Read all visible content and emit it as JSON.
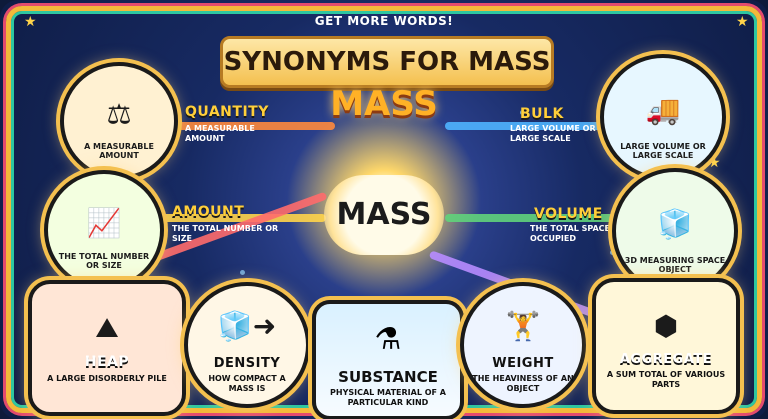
{
  "header": {
    "kicker": "GET MORE WORDS!",
    "title": "SYNONYMS FOR MASS",
    "subtitle": "MASS"
  },
  "center": {
    "label": "MASS"
  },
  "left": [
    {
      "key": "quantity",
      "word": "QUANTITY",
      "desc": "A MEASURABLE AMOUNT",
      "circle_text": "A MEASURABLE AMOUNT",
      "icon": "scale-icon"
    },
    {
      "key": "amount",
      "word": "AMOUNT",
      "desc": "THE TOTAL NUMBER OR SIZE",
      "circle_text": "THE TOTAL NUMBER OR SIZE",
      "icon": "coins-chart-icon"
    },
    {
      "key": "heap",
      "word": "HEAP",
      "desc": "A LARGE DISORDERLY PILE",
      "icon": "pile-icon"
    },
    {
      "key": "density",
      "word": "DENSITY",
      "desc": "HOW COMPACT A MASS IS",
      "icon": "cube-arrow-icon"
    }
  ],
  "bottom_center": {
    "word": "SUBSTANCE",
    "desc": "PHYSICAL MATERIAL OF A PARTICULAR KIND",
    "icon": "flask-icon"
  },
  "right": [
    {
      "key": "bulk",
      "word": "BULK",
      "desc": "LARGE VOLUME OR LARGE SCALE",
      "circle_text": "LARGE VOLUME OR LARGE SCALE",
      "icon": "truck-icon"
    },
    {
      "key": "volume",
      "word": "VOLUME",
      "desc": "THE TOTAL SPACE OCCUPIED",
      "circle_text": "3D MEASURING SPACE OBJECT",
      "icon": "cube-icon"
    },
    {
      "key": "weight",
      "word": "WEIGHT",
      "desc": "THE HEAVINESS OF AN OBJECT",
      "icon": "dumbbell-icon"
    },
    {
      "key": "aggregate",
      "word": "AGGREGATE",
      "desc": "A SUM TOTAL OF VARIOUS PARTS",
      "icon": "network-icon"
    }
  ],
  "colors": {
    "accent_gold": "#f4c04f",
    "path_orange": "#ff8a3d",
    "path_blue": "#4fb4ff",
    "path_green": "#60d37b",
    "path_yellow": "#ffd44a"
  }
}
